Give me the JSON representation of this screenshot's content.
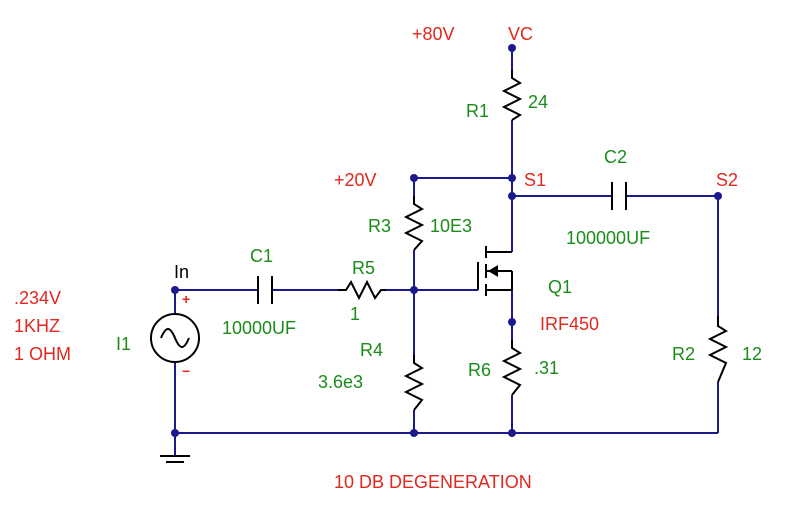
{
  "source": {
    "ref": "I1",
    "amplitude": ".234V",
    "frequency": "1KHZ",
    "impedance": "1 OHM",
    "plus": "+",
    "minus": "−"
  },
  "nodes": {
    "in": "In",
    "vc": "VC",
    "s1": "S1",
    "s2": "S2"
  },
  "supplies": {
    "v80": "+80V",
    "v20": "+20V"
  },
  "components": {
    "r1": {
      "ref": "R1",
      "value": "24"
    },
    "r2": {
      "ref": "R2",
      "value": "12"
    },
    "r3": {
      "ref": "R3",
      "value": "10E3"
    },
    "r4": {
      "ref": "R4",
      "value": "3.6e3"
    },
    "r5": {
      "ref": "R5",
      "value": "1"
    },
    "r6": {
      "ref": "R6",
      "value": ".31"
    },
    "c1": {
      "ref": "C1",
      "value": "10000UF"
    },
    "c2": {
      "ref": "C2",
      "value": "100000UF"
    },
    "q1": {
      "ref": "Q1",
      "value": "IRF450"
    }
  },
  "caption": "10 DB DEGENERATION",
  "colors": {
    "wire": "#1a1a8c",
    "part": "#000000",
    "label_red": "#e0281e",
    "label_green": "#1a8c1a"
  }
}
